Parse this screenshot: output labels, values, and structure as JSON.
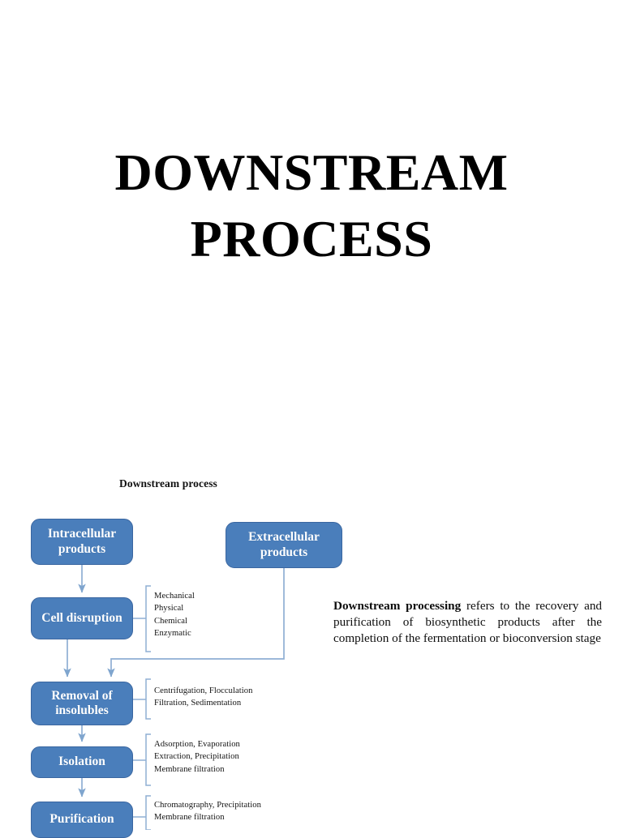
{
  "slide": {
    "title_line1": "DOWNSTREAM",
    "title_line2": "PROCESS",
    "background_color": "#FFFFFF"
  },
  "figure": {
    "heading": "Downstream process",
    "node_fill_color": "#4A7EBB",
    "node_border_color": "#3A66A0",
    "node_text_color": "#FFFFFF",
    "connector_color": "#8FAFD4",
    "nodes": [
      {
        "id": "intracellular",
        "label": "Intracellular\nproducts"
      },
      {
        "id": "extracellular",
        "label": "Extracellular\nproducts"
      },
      {
        "id": "cell_disruption",
        "label": "Cell\ndisruption"
      },
      {
        "id": "removal",
        "label": "Removal of\ninsolubles"
      },
      {
        "id": "isolation",
        "label": "Isolation"
      },
      {
        "id": "purification",
        "label": "Purification"
      }
    ],
    "annotations": [
      {
        "for": "cell_disruption",
        "text": "Mechanical\nPhysical\nChemical\nEnzymatic"
      },
      {
        "for": "removal",
        "text": "Centrifugation, Flocculation\nFiltration, Sedimentation"
      },
      {
        "for": "isolation",
        "text": "Adsorption, Evaporation\nExtraction, Precipitation\nMembrane filtration"
      },
      {
        "for": "purification",
        "text": "Chromatography, Precipitation\nMembrane filtration"
      }
    ]
  },
  "body": {
    "lead": "Downstream processing",
    "rest": " refers to the recovery and  purification of biosynthetic products after the completion of the fermentation or bioconversion stage"
  }
}
